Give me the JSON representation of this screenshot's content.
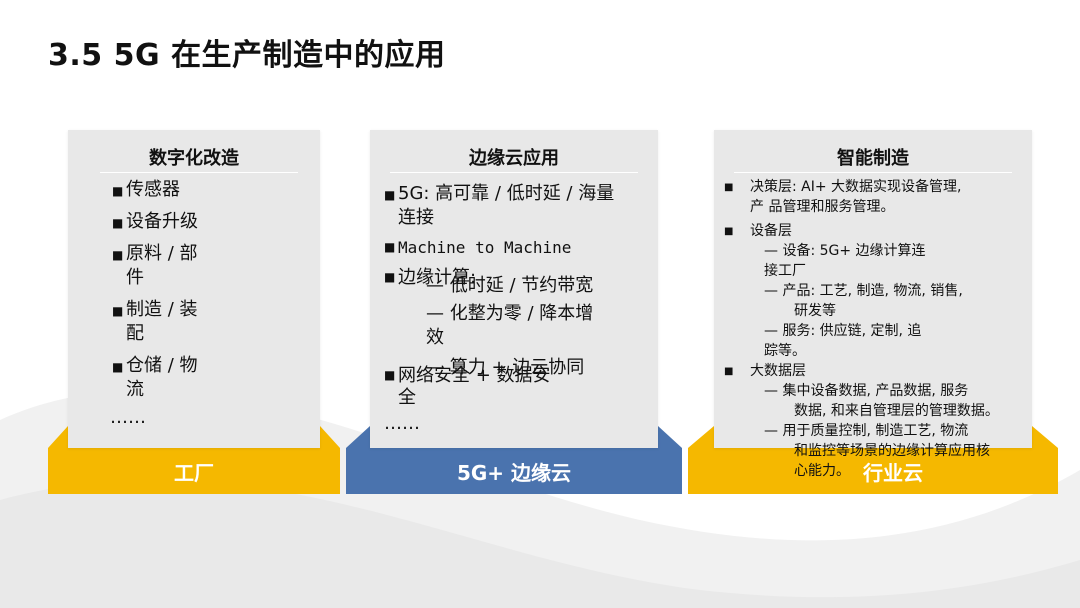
{
  "slide": {
    "title": "3.5 5G 在生产制造中的应用"
  },
  "colors": {
    "yellow": "#f5b800",
    "blue": "#4a73ae",
    "panel": "#e8e8e8"
  },
  "cards": [
    {
      "heading": "数字化改造",
      "base_label": "工厂",
      "items": [
        "传感器",
        "设备升级",
        "原料 / 部",
        "件",
        "制造 / 装",
        "配",
        "仓储 / 物",
        "流"
      ],
      "ellipsis": "……"
    },
    {
      "heading": "边缘云应用",
      "base_label": "5G+ 边缘云",
      "items": [
        "5G: 高可靠 / 低时延 / 海量",
        "连接",
        "Machine to Machine",
        "边缘计算:",
        "— 低时延 / 节约带宽",
        "— 化整为零 / 降本增",
        "效",
        "— 算力 + 边云协同",
        "网络安全 + 数据安",
        "全"
      ],
      "ellipsis": "……"
    },
    {
      "heading": "智能制造",
      "base_label": "行业云",
      "items": [
        "决策层: AI+ 大数据实现设备管理,",
        "产 品管理和服务管理。",
        "设备层",
        "— 设备: 5G+ 边缘计算连",
        "接工厂",
        "— 产品: 工艺, 制造, 物流, 销售,",
        "研发等",
        "— 服务: 供应链, 定制, 追",
        "踪等。",
        "大数据层",
        "— 集中设备数据, 产品数据, 服务",
        "数据, 和来自管理层的管理数据。",
        "— 用于质量控制, 制造工艺, 物流",
        "和监控等场景的边缘计算应用核",
        "心能力。"
      ]
    }
  ]
}
